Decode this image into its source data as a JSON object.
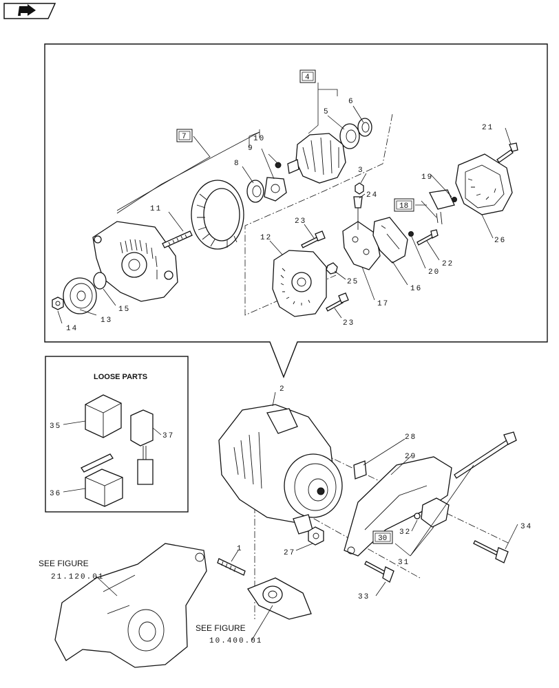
{
  "nav_icon": "back-arrow-icon",
  "loose_parts_title": "LOOSE PARTS",
  "see_figure_label": "SEE FIGURE",
  "references": {
    "ref_a": "21.120.01",
    "ref_b": "10.400.01"
  },
  "callouts": {
    "c1": "1",
    "c2": "2",
    "c3": "3",
    "c4": "4",
    "c5": "5",
    "c6": "6",
    "c7": "7",
    "c8": "8",
    "c9": "9",
    "c10": "10",
    "c11": "11",
    "c12": "12",
    "c13": "13",
    "c14": "14",
    "c15": "15",
    "c16": "16",
    "c17": "17",
    "c18": "18",
    "c19": "19",
    "c20": "20",
    "c21": "21",
    "c22": "22",
    "c23a": "23",
    "c23b": "23",
    "c24": "24",
    "c25": "25",
    "c26": "26",
    "c27": "27",
    "c28": "28",
    "c29": "29",
    "c30": "30",
    "c31": "31",
    "c32": "32",
    "c33": "33",
    "c34": "34",
    "c35": "35",
    "c36": "36",
    "c37": "37"
  }
}
